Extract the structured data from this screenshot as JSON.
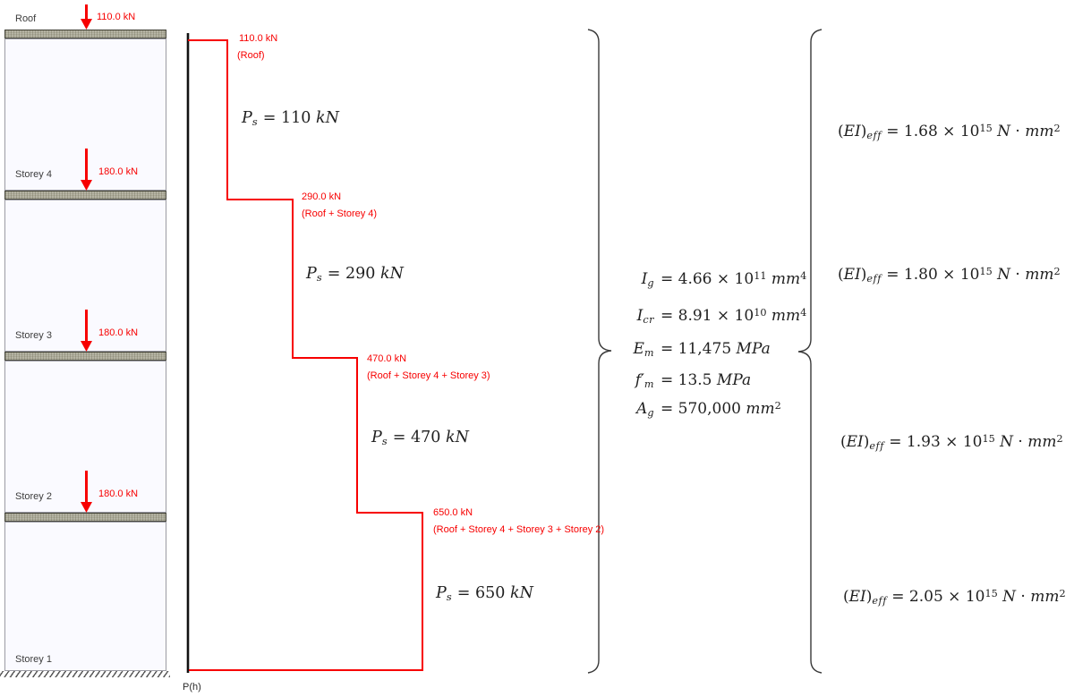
{
  "colors": {
    "red": "#f70000",
    "axis": "#111111",
    "brace": "#3a3a3a",
    "text": "#1f1f1f",
    "slab_fill": "#a9a795",
    "slab_border": "#45453b",
    "panel_fill": "#fafaff",
    "panel_border": "#9b9ba3"
  },
  "building": {
    "storeys": [
      {
        "label": "Roof",
        "load": "110.0 kN"
      },
      {
        "label": "Storey 4",
        "load": "180.0 kN"
      },
      {
        "label": "Storey 3",
        "load": "180.0 kN"
      },
      {
        "label": "Storey 2",
        "load": "180.0 kN"
      },
      {
        "label": "Storey 1"
      }
    ]
  },
  "axis": {
    "label": "P(h)"
  },
  "steps": [
    {
      "value": "110.0 kN",
      "combo": "(Roof)",
      "ps": [
        [
          "i",
          "P"
        ],
        [
          "sub",
          "s"
        ],
        [
          "n",
          " = 110 "
        ],
        [
          "i",
          "kN"
        ]
      ]
    },
    {
      "value": "290.0 kN",
      "combo": "(Roof + Storey 4)",
      "ps": [
        [
          "i",
          "P"
        ],
        [
          "sub",
          "s"
        ],
        [
          "n",
          " = 290 "
        ],
        [
          "i",
          "kN"
        ]
      ]
    },
    {
      "value": "470.0 kN",
      "combo": "(Roof + Storey 4 + Storey 3)",
      "ps": [
        [
          "i",
          "P"
        ],
        [
          "sub",
          "s"
        ],
        [
          "n",
          " = 470 "
        ],
        [
          "i",
          "kN"
        ]
      ]
    },
    {
      "value": "650.0 kN",
      "combo": "(Roof + Storey 4 + Storey 3 + Storey 2)",
      "ps": [
        [
          "i",
          "P"
        ],
        [
          "sub",
          "s"
        ],
        [
          "n",
          " = 650 "
        ],
        [
          "i",
          "kN"
        ]
      ]
    }
  ],
  "material_properties": [
    {
      "lhs": [
        [
          "i",
          "I"
        ],
        [
          "sub",
          "g"
        ]
      ],
      "rhs": [
        [
          "n",
          "= 4.66 × 10"
        ],
        [
          "sup",
          "11"
        ],
        [
          "n",
          " "
        ],
        [
          "i",
          "mm"
        ],
        [
          "sup",
          "4"
        ]
      ]
    },
    {
      "lhs": [
        [
          "i",
          "I"
        ],
        [
          "sub",
          "cr"
        ]
      ],
      "rhs": [
        [
          "n",
          "= 8.91 × 10"
        ],
        [
          "sup",
          "10"
        ],
        [
          "n",
          " "
        ],
        [
          "i",
          "mm"
        ],
        [
          "sup",
          "4"
        ]
      ]
    },
    {
      "lhs": [
        [
          "i",
          "E"
        ],
        [
          "sub",
          "m"
        ]
      ],
      "rhs": [
        [
          "n",
          "= 11,475 "
        ],
        [
          "i",
          "MPa"
        ]
      ]
    },
    {
      "lhs": [
        [
          "i",
          "f′"
        ],
        [
          "sub",
          "m"
        ]
      ],
      "rhs": [
        [
          "n",
          "= 13.5 "
        ],
        [
          "i",
          "MPa"
        ]
      ]
    },
    {
      "lhs": [
        [
          "i",
          "A"
        ],
        [
          "sub",
          "g"
        ]
      ],
      "rhs": [
        [
          "n",
          "= 570,000 "
        ],
        [
          "i",
          "mm"
        ],
        [
          "sup",
          "2"
        ]
      ]
    }
  ],
  "ei_values": [
    [
      [
        "n",
        "("
      ],
      [
        "i",
        "EI"
      ],
      [
        "n",
        ")"
      ],
      [
        "sub",
        "eff"
      ],
      [
        "n",
        " = 1.68 × 10"
      ],
      [
        "sup",
        "15"
      ],
      [
        "n",
        " "
      ],
      [
        "i",
        "N"
      ],
      [
        "n",
        " · "
      ],
      [
        "i",
        "mm"
      ],
      [
        "sup",
        "2"
      ]
    ],
    [
      [
        "n",
        "("
      ],
      [
        "i",
        "EI"
      ],
      [
        "n",
        ")"
      ],
      [
        "sub",
        "eff"
      ],
      [
        "n",
        " = 1.80 × 10"
      ],
      [
        "sup",
        "15"
      ],
      [
        "n",
        " "
      ],
      [
        "i",
        "N"
      ],
      [
        "n",
        " · "
      ],
      [
        "i",
        "mm"
      ],
      [
        "sup",
        "2"
      ]
    ],
    [
      [
        "n",
        "("
      ],
      [
        "i",
        "EI"
      ],
      [
        "n",
        ")"
      ],
      [
        "sub",
        "eff"
      ],
      [
        "n",
        " = 1.93 × 10"
      ],
      [
        "sup",
        "15"
      ],
      [
        "n",
        " "
      ],
      [
        "i",
        "N"
      ],
      [
        "n",
        " · "
      ],
      [
        "i",
        "mm"
      ],
      [
        "sup",
        "2"
      ]
    ],
    [
      [
        "n",
        "("
      ],
      [
        "i",
        "EI"
      ],
      [
        "n",
        ")"
      ],
      [
        "sub",
        "eff"
      ],
      [
        "n",
        " = 2.05 × 10"
      ],
      [
        "sup",
        "15"
      ],
      [
        "n",
        " "
      ],
      [
        "i",
        "N"
      ],
      [
        "n",
        " · "
      ],
      [
        "i",
        "mm"
      ],
      [
        "sup",
        "2"
      ]
    ]
  ]
}
